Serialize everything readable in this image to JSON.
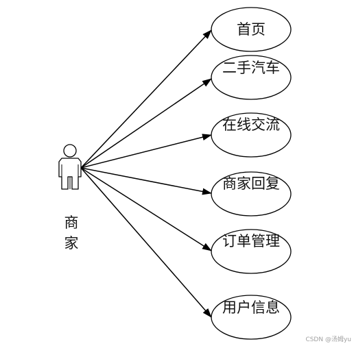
{
  "actor": {
    "label": "商家",
    "icon": "person-icon"
  },
  "use_cases": [
    {
      "id": "home",
      "label": "首页"
    },
    {
      "id": "used-cars",
      "label": "二手汽车"
    },
    {
      "id": "online-chat",
      "label": "在线交流"
    },
    {
      "id": "merchant-reply",
      "label": "商家回复"
    },
    {
      "id": "order-management",
      "label": "订单管理"
    },
    {
      "id": "user-info",
      "label": "用户信息"
    }
  ],
  "watermark": "CSDN @汤姆yu",
  "colors": {
    "stroke": "#000000",
    "text": "#111111",
    "background": "#ffffff"
  }
}
